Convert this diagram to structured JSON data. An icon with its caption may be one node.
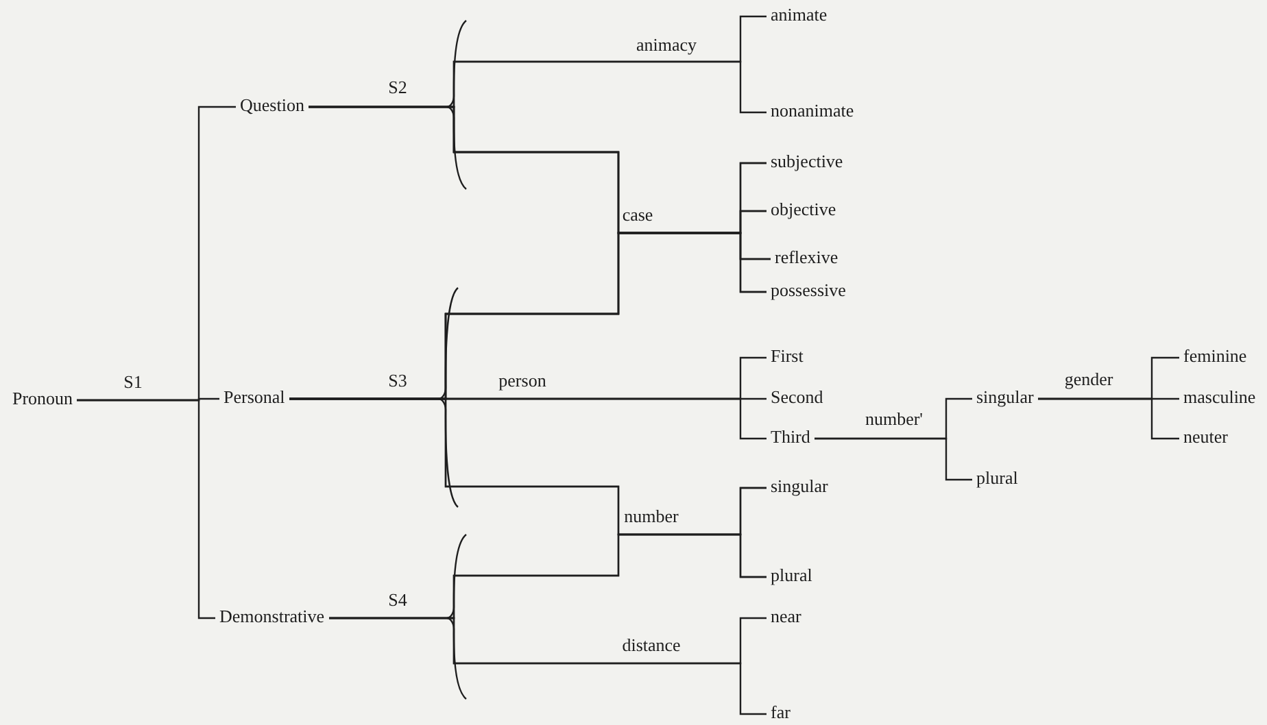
{
  "diagram": {
    "nodes": [
      {
        "text": [
          "Pronoun"
        ]
      },
      {
        "text": [
          "Question"
        ]
      },
      {
        "text": [
          "Personal"
        ]
      },
      {
        "text": [
          "Demonstrative"
        ]
      },
      {
        "text": [
          "animate"
        ]
      },
      {
        "text": [
          "nonanimate"
        ]
      },
      {
        "text": [
          "subjective"
        ]
      },
      {
        "text": [
          "objective"
        ]
      },
      {
        "text": [
          "reflexive"
        ]
      },
      {
        "text": [
          "possessive"
        ]
      },
      {
        "text": [
          "First"
        ]
      },
      {
        "text": [
          "Second"
        ]
      },
      {
        "text": [
          "Third"
        ]
      },
      {
        "text": [
          "singular"
        ]
      },
      {
        "text": [
          "plural"
        ]
      },
      {
        "text": [
          "near"
        ]
      },
      {
        "text": [
          "far"
        ]
      },
      {
        "text": [
          "singular"
        ]
      },
      {
        "text": [
          "plural"
        ]
      },
      {
        "text": [
          "feminine"
        ]
      },
      {
        "text": [
          "masculine"
        ]
      },
      {
        "text": [
          "neuter"
        ]
      }
    ],
    "edges": [
      {
        "from": 0,
        "to": 1,
        "arrow": "none"
      },
      {
        "from": 0,
        "to": 2,
        "arrow": "none"
      },
      {
        "from": 0,
        "to": 3,
        "arrow": "none"
      },
      {
        "from": 1,
        "to": 4,
        "arrow": "none",
        "label": "animacy"
      },
      {
        "from": 1,
        "to": 5,
        "arrow": "none"
      },
      {
        "from": 1,
        "to": 6,
        "arrow": "none",
        "label": "case"
      },
      {
        "from": 1,
        "to": 7,
        "arrow": "none"
      },
      {
        "from": 1,
        "to": 8,
        "arrow": "none"
      },
      {
        "from": 1,
        "to": 9,
        "arrow": "none"
      },
      {
        "from": 2,
        "to": 6,
        "arrow": "none"
      },
      {
        "from": 2,
        "to": 7,
        "arrow": "none"
      },
      {
        "from": 2,
        "to": 8,
        "arrow": "none"
      },
      {
        "from": 2,
        "to": 9,
        "arrow": "none"
      },
      {
        "from": 2,
        "to": 10,
        "arrow": "none",
        "label": "person"
      },
      {
        "from": 2,
        "to": 11,
        "arrow": "none"
      },
      {
        "from": 2,
        "to": 12,
        "arrow": "none"
      },
      {
        "from": 2,
        "to": 13,
        "arrow": "none",
        "label": "number"
      },
      {
        "from": 2,
        "to": 14,
        "arrow": "none"
      },
      {
        "from": 3,
        "to": 13,
        "arrow": "none"
      },
      {
        "from": 3,
        "to": 14,
        "arrow": "none"
      },
      {
        "from": 3,
        "to": 15,
        "arrow": "none",
        "label": "distance"
      },
      {
        "from": 3,
        "to": 16,
        "arrow": "none"
      },
      {
        "from": 12,
        "to": 17,
        "arrow": "none",
        "label": "number'"
      },
      {
        "from": 12,
        "to": 18,
        "arrow": "none"
      },
      {
        "from": 17,
        "to": 19,
        "arrow": "none",
        "label": "gender"
      },
      {
        "from": 17,
        "to": 20,
        "arrow": "none"
      },
      {
        "from": 17,
        "to": 21,
        "arrow": "none"
      }
    ],
    "labels": [
      "S1",
      "S2",
      "S3",
      "S4"
    ]
  }
}
